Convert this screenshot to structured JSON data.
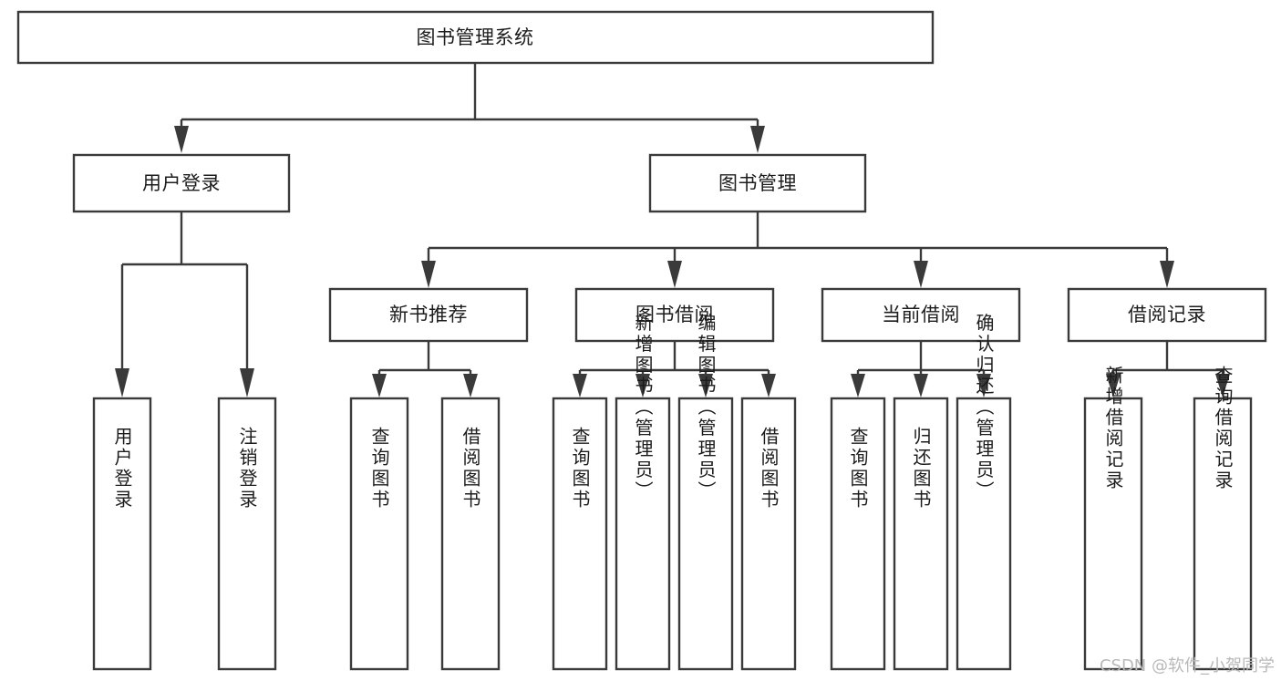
{
  "diagram": {
    "title": "图书管理系统",
    "orientation": "top-down-tree",
    "levels": 4
  },
  "root": {
    "label": "图书管理系统"
  },
  "level2": {
    "user_login": {
      "label": "用户登录"
    },
    "book_manage": {
      "label": "图书管理"
    }
  },
  "level3": {
    "new_book_rec": {
      "label": "新书推荐"
    },
    "book_borrow": {
      "label": "图书借阅"
    },
    "current_borrow": {
      "label": "当前借阅"
    },
    "borrow_record": {
      "label": "借阅记录"
    }
  },
  "leaves": {
    "user_login": [
      {
        "label": "用户登录"
      },
      {
        "label": "注销登录"
      }
    ],
    "new_book_rec": [
      {
        "label": "查询图书"
      },
      {
        "label": "借阅图书"
      }
    ],
    "book_borrow": [
      {
        "label": "查询图书"
      },
      {
        "label": "新增图书（管理员）"
      },
      {
        "label": "编辑图书（管理员）"
      },
      {
        "label": "借阅图书"
      }
    ],
    "current_borrow": [
      {
        "label": "查询图书"
      },
      {
        "label": "归还图书"
      },
      {
        "label": "确认归还（管理员）"
      }
    ],
    "borrow_record": [
      {
        "label": "新增借阅记录"
      },
      {
        "label": "查询借阅记录"
      }
    ]
  },
  "watermark": {
    "text": "CSDN @软件_小贺同学"
  },
  "colors": {
    "stroke": "#3a3a3a",
    "fill": "#ffffff",
    "text": "#1c1c1c",
    "watermark": "#b9b9b9"
  }
}
